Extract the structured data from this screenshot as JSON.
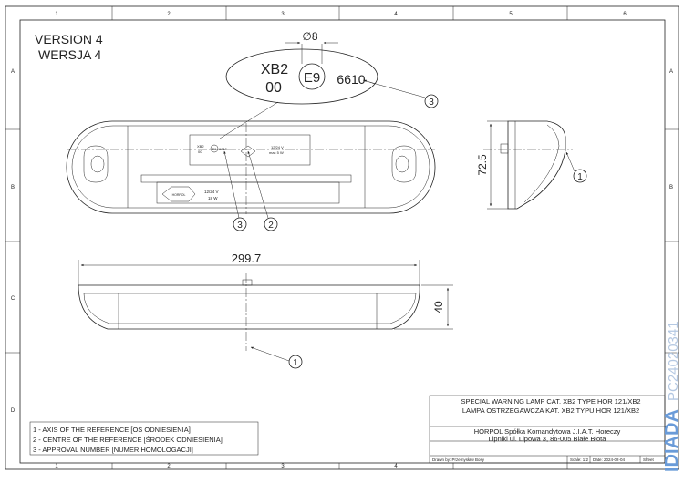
{
  "version": {
    "line1": "VERSION 4",
    "line2": "WERSJA 4"
  },
  "column_numbers": [
    "1",
    "2",
    "3",
    "4",
    "5",
    "6"
  ],
  "row_letters": [
    "A",
    "B",
    "C",
    "D"
  ],
  "approval_mark": {
    "category": "XB2",
    "series": "00",
    "e_mark": "E9",
    "number": "6610",
    "diameter_label": "∅8"
  },
  "front_view": {
    "label_top_left": [
      "XB2",
      "00"
    ],
    "label_top_e": "E9",
    "label_top_num": "6610",
    "spec_top": [
      "12/24 V",
      "max 5 W"
    ],
    "spec_bottom": [
      "12/24 V",
      "18 W"
    ],
    "logo_text": "HORPOL"
  },
  "callouts": [
    "3",
    "3",
    "2",
    "1",
    "1"
  ],
  "dimensions": {
    "height_side": "72.5",
    "length": "299.7",
    "depth": "40"
  },
  "legend": [
    "1 - AXIS OF THE REFERENCE [OŚ ODNIESIENIA]",
    "2 - CENTRE OF THE REFERENCE [ŚRODEK ODNIESIENIA]",
    "3 - APPROVAL NUMBER [NUMER HOMOLOGACJI]"
  ],
  "title_block": {
    "title_en": "SPECIAL WARNING LAMP CAT. XB2 TYPE HOR 121/XB2",
    "title_pl": "LAMPA OSTRZEGAWCZA KAT. XB2 TYPU HOR 121/XB2",
    "company": "HORPOL Spółka Komandytowa  J.I.A.T. Horeczy",
    "address": "Lipniki ul. Lipowa 3, 86-005 Białe Błota",
    "drawn_by": "Drawn by:  Przemysław Bosy",
    "scale": "Scale: 1:2",
    "date": "Date: 2024-02-04",
    "sheet": "Sheet"
  },
  "watermark": {
    "brand": "IDIADA",
    "code": "PC24020341"
  }
}
